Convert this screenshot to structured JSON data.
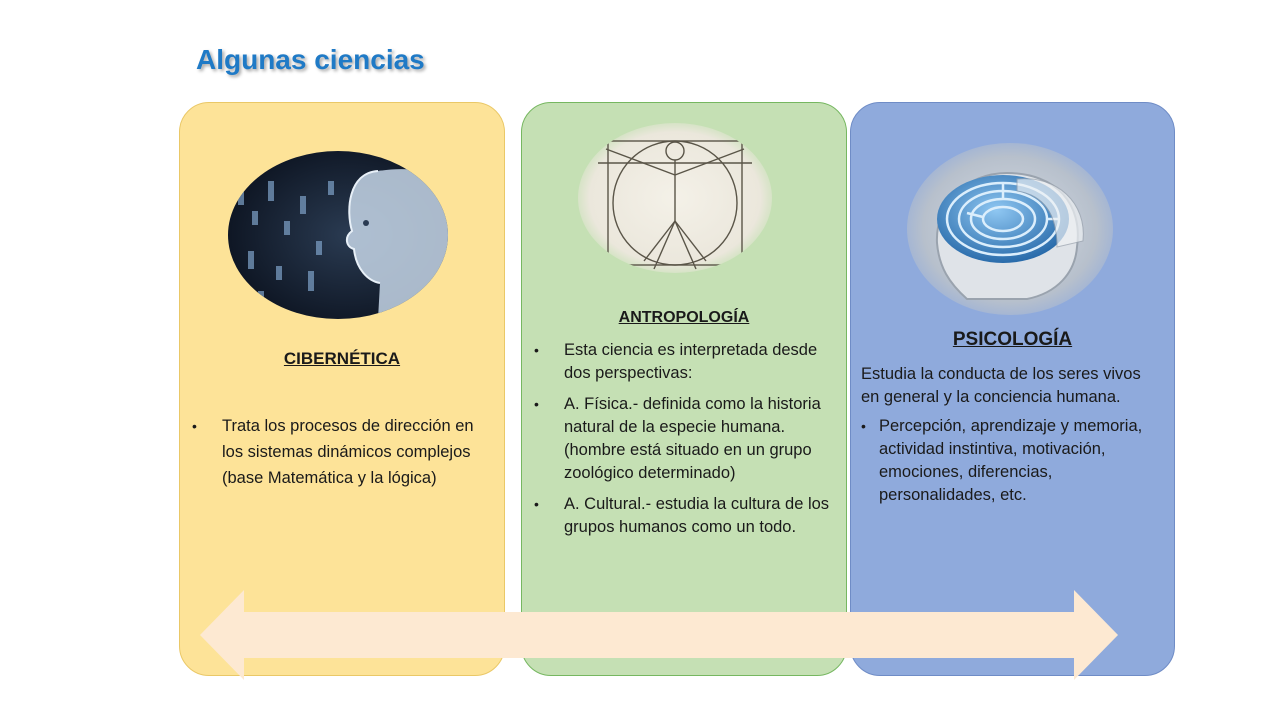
{
  "slide": {
    "title": "Algunas ciencias"
  },
  "cards": [
    {
      "heading": "CIBERNÉTICA",
      "image": "cyber-head-illustration",
      "bullets": [
        "Trata los procesos de dirección en los sistemas dinámicos complejos (base Matemática y la lógica)"
      ]
    },
    {
      "heading": "ANTROPOLOGÍA",
      "image": "vitruvian-man-illustration",
      "bullets": [
        "Esta ciencia es interpretada desde dos perspectivas:",
        "A. Física.- definida como la historia natural de la especie humana. (hombre está situado en un grupo zoológico determinado)",
        "A. Cultural.- estudia la cultura de los grupos humanos como un todo."
      ]
    },
    {
      "heading": "PSICOLOGÍA",
      "image": "maze-brain-head-illustration",
      "paragraph": "Estudia la conducta de los seres vivos en general y la conciencia humana.",
      "bullets": [
        "Percepción, aprendizaje y memoria, actividad instintiva, motivación, emociones, diferencias, personalidades, etc."
      ]
    }
  ],
  "colors": {
    "title": "#1f7ac6",
    "card1": "#fde398",
    "card2": "#c5e0b4",
    "card3": "#8faadc",
    "arrow": "#fde9d2"
  },
  "arrow": {
    "icon": "double-arrow-icon"
  }
}
